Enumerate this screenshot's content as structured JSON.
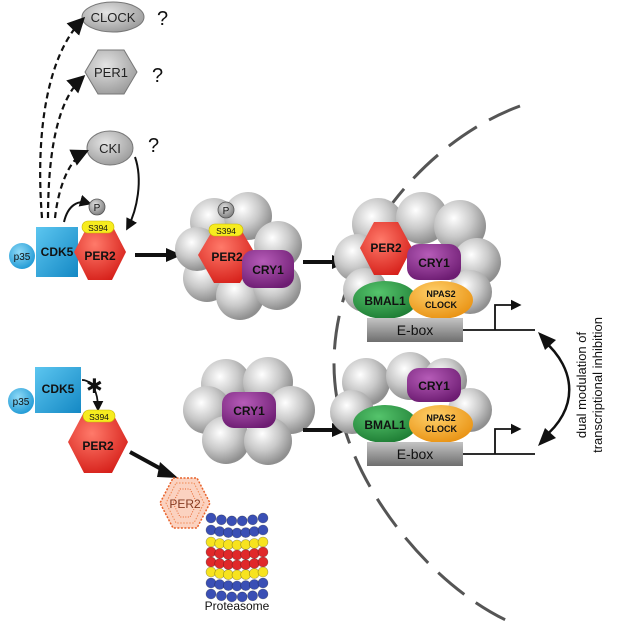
{
  "labels": {
    "clock_top": "CLOCK",
    "per1_top": "PER1",
    "cki": "CKI",
    "question_mark": "?",
    "phospho": "P",
    "s394": "S394",
    "p35": "p35",
    "cdk5": "CDK5",
    "per2": "PER2",
    "cry1": "CRY1",
    "bmal1": "BMAL1",
    "npas2": "NPAS2",
    "clock": "CLOCK",
    "ebox": "E-box",
    "blocked_mark": "✱",
    "proteasome": "Proteasome",
    "side_note_line1": "dual modulation of",
    "side_note_line2": "transcriptional inhibition"
  },
  "colors": {
    "per2_red": "#e8322a",
    "s394_yellow": "#f7ec1f",
    "cdk5_blue": "#2aa9e0",
    "p35_blue": "#3fb4e6",
    "cry1_purple": "#8a2a8e",
    "bmal1_green": "#2a9d45",
    "npas2_orange": "#f5a623",
    "ebox_gray": "#8c8c8c",
    "gray_shape": "#b5b5b5",
    "cluster_gray": "#c8c8c8",
    "degraded_orange": "#e8622a"
  }
}
